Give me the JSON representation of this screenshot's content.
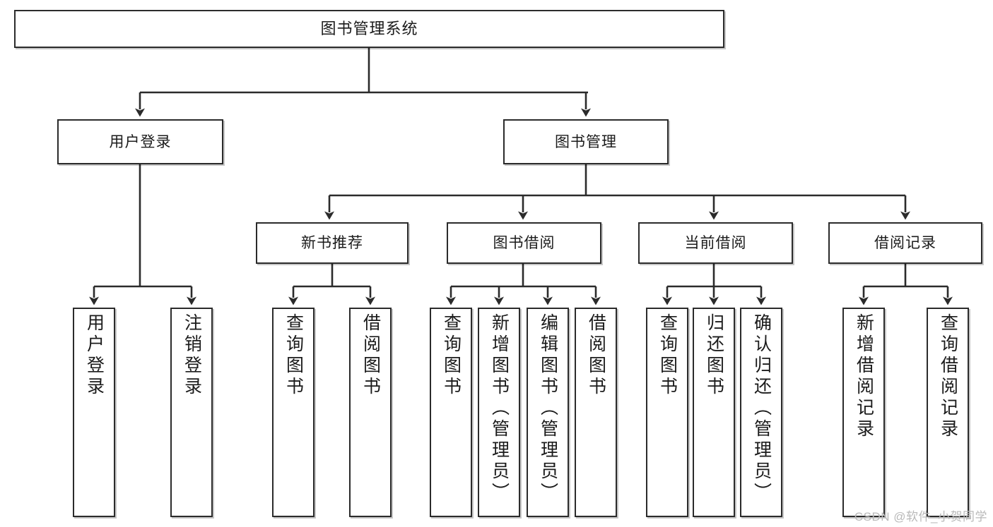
{
  "diagram": {
    "title": "图书管理系统",
    "type": "hierarchy-tree",
    "watermark": "CSDN @软件_小贺同学",
    "colors": {
      "box_border": "#2b2b2b",
      "box_fill": "#ffffff",
      "connector": "#2b2b2b",
      "text": "#1b1b1b",
      "watermark": "#b9b9b9"
    },
    "nodes": {
      "root": {
        "label": "图书管理系统"
      },
      "level2": [
        {
          "label": "用户登录"
        },
        {
          "label": "图书管理"
        }
      ],
      "level3": [
        {
          "label": "新书推荐"
        },
        {
          "label": "图书借阅"
        },
        {
          "label": "当前借阅"
        },
        {
          "label": "借阅记录"
        }
      ],
      "leaves": {
        "user_login": [
          {
            "label": "用户登录"
          },
          {
            "label": "注销登录"
          }
        ],
        "new_book_recommend": [
          {
            "label": "查询图书"
          },
          {
            "label": "借阅图书"
          }
        ],
        "book_borrow": [
          {
            "label": "查询图书"
          },
          {
            "label": "新增图书（管理员）"
          },
          {
            "label": "编辑图书（管理员）"
          },
          {
            "label": "借阅图书"
          }
        ],
        "current_borrow": [
          {
            "label": "查询图书"
          },
          {
            "label": "归还图书"
          },
          {
            "label": "确认归还（管理员）"
          }
        ],
        "borrow_record": [
          {
            "label": "新增借阅记录"
          },
          {
            "label": "查询借阅记录"
          }
        ]
      }
    }
  }
}
